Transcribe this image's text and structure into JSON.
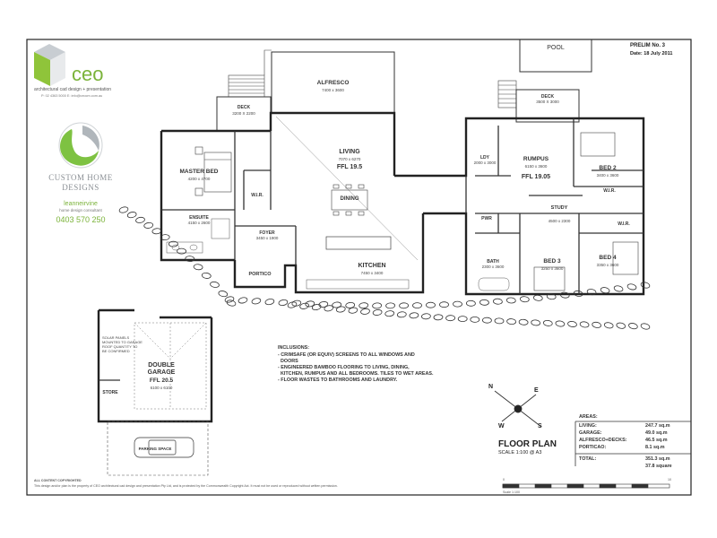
{
  "sheet": {
    "prelim": "PRELIM No. 3",
    "date": "Date: 18 July 2011"
  },
  "logos": {
    "ceo_name": "ceo",
    "ceo_tagline": "architectural cad design + presentation",
    "ceo_contact": "P: 02 4363 5000     E: info@ceocm.com.au",
    "custom_line1": "CUSTOM HOME",
    "custom_line2": "DESIGNS",
    "leanne": "leanneirvine",
    "leanne_sub": "home design consultant",
    "phone": "0403 570 250"
  },
  "rooms": {
    "pool": "POOL",
    "alfresco": {
      "name": "ALFRESCO",
      "dim": "7400 x 3600"
    },
    "deck_left": {
      "name": "DECK",
      "dim": "3200 X 2200"
    },
    "deck_right": {
      "name": "DECK",
      "dim": "3500 X 3000"
    },
    "living": {
      "name": "LIVING",
      "dim": "7070 x 6270",
      "ffl": "FFL 19.5"
    },
    "dining": "DINING",
    "master": {
      "name": "MASTER BED",
      "dim": "4200 x 4700"
    },
    "wir": "W.I.R.",
    "ensuite": {
      "name": "ENSUITE",
      "dim": "4150 x 2600"
    },
    "foyer": {
      "name": "FOYER",
      "dim": "3450 x 1900"
    },
    "kitchen": {
      "name": "KITCHEN",
      "dim": "7450 x 3400"
    },
    "portico": "PORTICO",
    "rumpus": {
      "name": "RUMPUS",
      "dim": "6150 x 3600",
      "ffl": "FFL 19.05"
    },
    "ldy": {
      "name": "LDY",
      "dim": "2000 x 3000"
    },
    "bed2": {
      "name": "BED 2",
      "dim": "3400 x 3600"
    },
    "wir2": "W.I.R.",
    "study": {
      "name": "STUDY",
      "dim": "4500 x 2300"
    },
    "pwr": "PWR",
    "bath": {
      "name": "BATH",
      "dim": "2300 x 3600"
    },
    "bed3": {
      "name": "BED 3",
      "dim": "3250 x 3600"
    },
    "bed4": {
      "name": "BED 4",
      "dim": "3350 x 3600"
    },
    "wir3": "W.I.R.",
    "garage": {
      "line1": "DOUBLE",
      "line2": "GARAGE",
      "ffl": "FFL 20.5",
      "dim": "6100 x 6100"
    },
    "store": "STORE",
    "parking": "PARKING SPACE",
    "solar": "SOLAR PANELS\nMOUNTED TO GARAGE\nROOF QUANTITY TO\nBE CONFIRMED"
  },
  "inclusions": {
    "title": "INCLUSIONS:",
    "lines": [
      "- CRIMSAFE (OR EQUIV) SCREENS TO ALL WINDOWS AND",
      "  DOORS",
      "- ENGINEERED BAMBOO FLOORING TO LIVING, DINING,",
      "  KITCHEN, RUMPUS AND ALL BEDROOMS. TILES TO WET AREAS.",
      "- FLOOR WASTES TO BATHROOMS AND LAUNDRY."
    ]
  },
  "compass": {
    "n": "N",
    "s": "S",
    "e": "E",
    "w": "W"
  },
  "title_block": {
    "title": "FLOOR PLAN",
    "scale": "SCALE 1:100 @ A3"
  },
  "scale_bar": {
    "label": "Scale 1:100",
    "zero": "0",
    "ten": "10"
  },
  "areas": {
    "heading": "AREAS:",
    "rows": [
      {
        "label": "LIVING:",
        "value": "247.7 sq.m"
      },
      {
        "label": "GARAGE:",
        "value": "49.0 sq.m"
      },
      {
        "label": "ALFRESCO+DECKS:",
        "value": "46.5 sq.m"
      },
      {
        "label": "PORTICAO:",
        "value": "8.1 sq.m"
      }
    ],
    "total_label": "TOTAL:",
    "total_value": "351.3 sq.m",
    "squares": "37.8 square"
  },
  "copyright": {
    "title": "ALL CONTENT COPYRIGHTED",
    "text": "This design and/or plan is the property of CEO architectural cad design and presentation Pty Ltd, and is protected by the Commonwealth Copyright Act. It must not be used or reproduced without written permission."
  }
}
